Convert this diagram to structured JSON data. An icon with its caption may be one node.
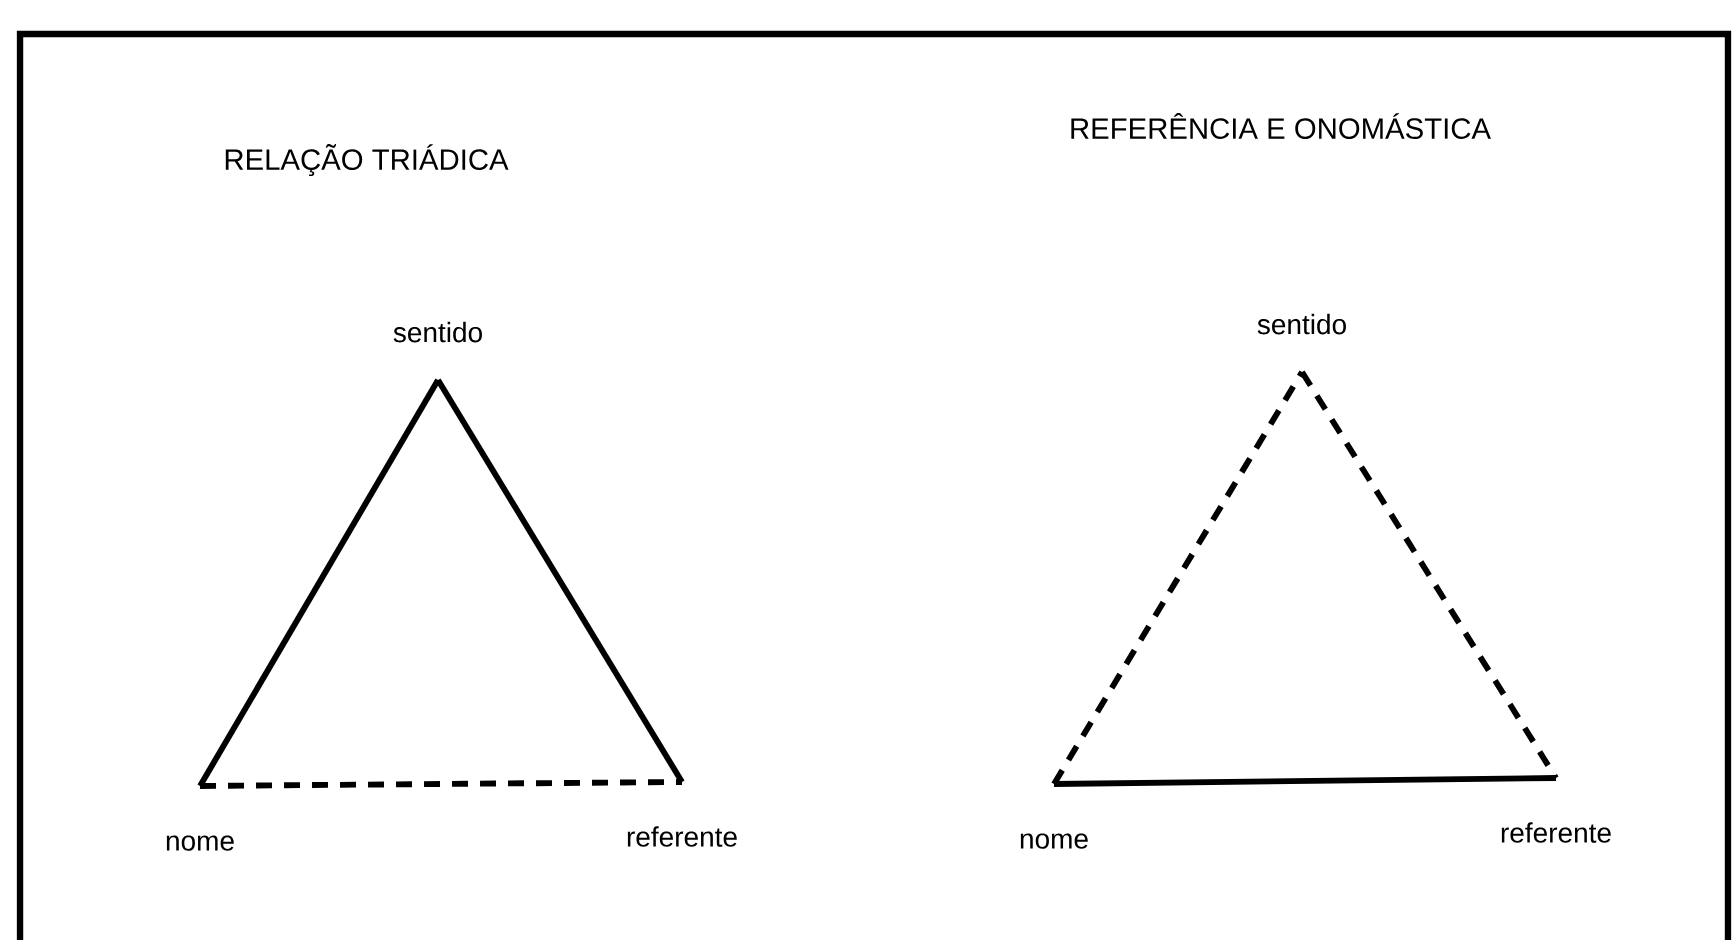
{
  "diagram": {
    "nodes": [
      {
        "text": [
          "sentido"
        ]
      },
      {
        "text": [
          "sentido"
        ]
      },
      {
        "text": [
          "nome"
        ]
      },
      {
        "text": [
          "referente"
        ]
      },
      {
        "text": [
          "nome"
        ]
      },
      {
        "text": [
          "referente"
        ]
      }
    ],
    "edges": [
      {
        "from": 2,
        "to": 0,
        "arrow": "none"
      },
      {
        "from": 0,
        "to": 3,
        "arrow": "none"
      },
      {
        "from": 2,
        "to": 3,
        "arrow": "none",
        "style": "dashed"
      },
      {
        "from": 4,
        "to": 1,
        "arrow": "none",
        "style": "dashed"
      },
      {
        "from": 1,
        "to": 5,
        "arrow": "none",
        "style": "dashed"
      },
      {
        "from": 4,
        "to": 5,
        "arrow": "none"
      }
    ],
    "labels": [
      "RELAÇÃO TRIÁDICA",
      "REFERÊNCIA E ONOMÁSTICA"
    ]
  }
}
